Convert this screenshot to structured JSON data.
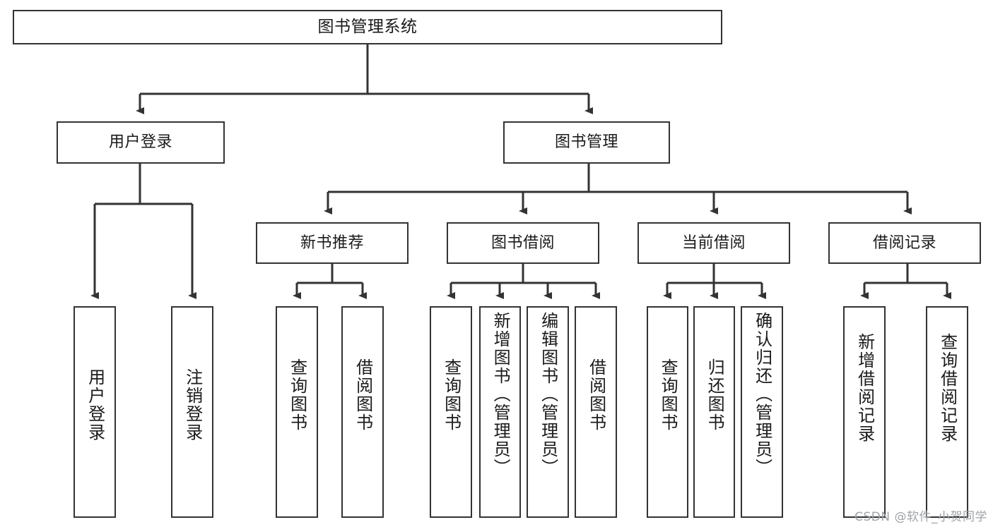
{
  "diagram": {
    "title": "图书管理系统",
    "type": "tree",
    "edge_color": "#333333",
    "node_border_color": "#333333",
    "node_fill_color": "#ffffff",
    "text_color": "#1a1a1a",
    "levels": {
      "root": {
        "label": "图书管理系统"
      },
      "level2": [
        {
          "label": "用户登录"
        },
        {
          "label": "图书管理"
        }
      ],
      "level3": [
        {
          "label": "新书推荐"
        },
        {
          "label": "图书借阅"
        },
        {
          "label": "当前借阅"
        },
        {
          "label": "借阅记录"
        }
      ],
      "leaves": [
        {
          "label": "用户登录",
          "parent": "用户登录"
        },
        {
          "label": "注销登录",
          "parent": "用户登录"
        },
        {
          "label": "查询图书",
          "parent": "新书推荐"
        },
        {
          "label": "借阅图书",
          "parent": "新书推荐"
        },
        {
          "label": "查询图书",
          "parent": "图书借阅"
        },
        {
          "label": "新增图书（管理员）",
          "parent": "图书借阅"
        },
        {
          "label": "编辑图书（管理员）",
          "parent": "图书借阅"
        },
        {
          "label": "借阅图书",
          "parent": "图书借阅"
        },
        {
          "label": "查询图书",
          "parent": "当前借阅"
        },
        {
          "label": "归还图书",
          "parent": "当前借阅"
        },
        {
          "label": "确认归还（管理员）",
          "parent": "当前借阅"
        },
        {
          "label": "新增借阅记录",
          "parent": "借阅记录"
        },
        {
          "label": "查询借阅记录",
          "parent": "借阅记录"
        }
      ]
    }
  },
  "watermark": {
    "text": "CSDN @软件_小贺同学",
    "color": "#9fa3a8"
  }
}
